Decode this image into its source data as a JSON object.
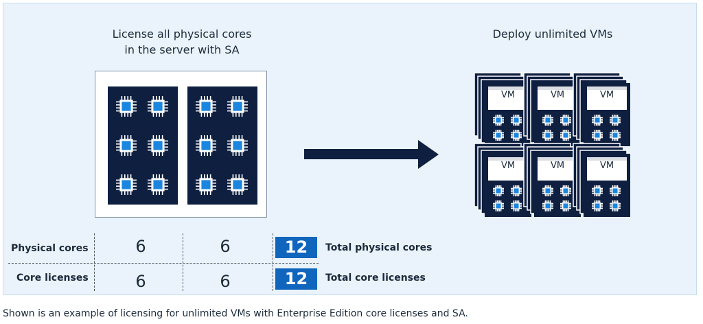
{
  "left_title": [
    "License all physical cores",
    "in the server with SA"
  ],
  "right_title": "Deploy unlimited VMs",
  "vm_label": "VM",
  "table": {
    "rows": [
      {
        "label": "Physical cores",
        "values": [
          "6",
          "6"
        ],
        "total": "12",
        "total_label": "Total physical cores"
      },
      {
        "label": "Core licenses",
        "values": [
          "6",
          "6"
        ],
        "total": "12",
        "total_label": "Total core licenses"
      }
    ]
  },
  "caption": "Shown is an example of licensing for unlimited VMs with Enterprise Edition core licenses and SA.",
  "colors": {
    "panel_bg": "#eaf3fb",
    "processor": "#0e1f40",
    "chip_core": "#1a86e0",
    "total_box": "#1065bd",
    "arrow": "#0e1f40"
  }
}
